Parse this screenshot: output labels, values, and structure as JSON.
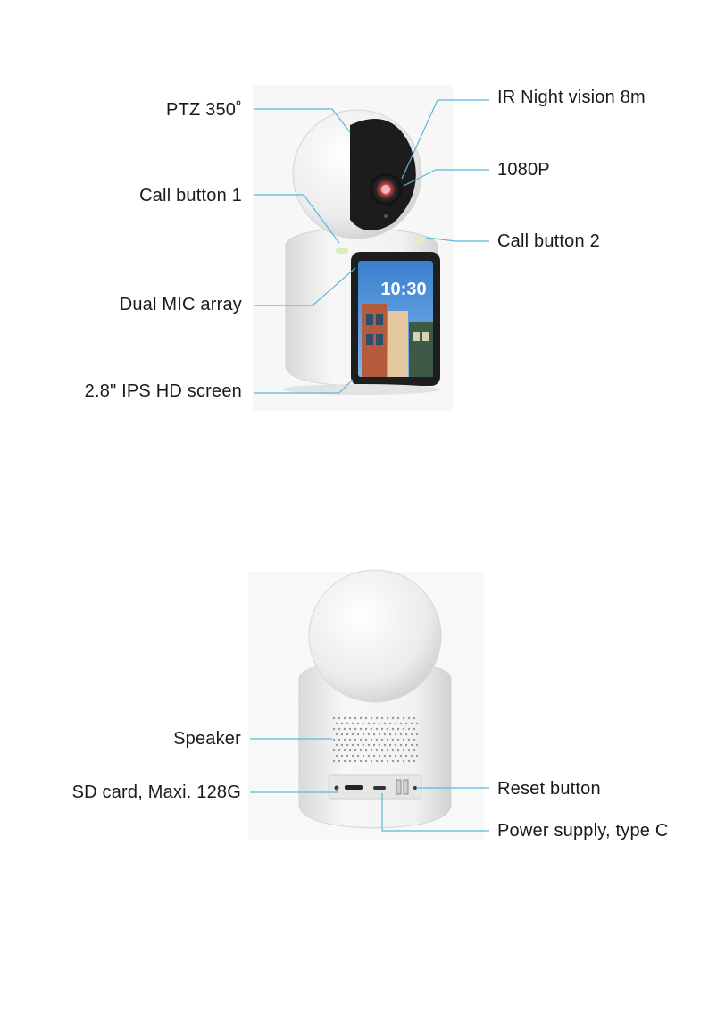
{
  "front_view": {
    "callouts": {
      "ptz": "PTZ 350˚",
      "ir": "IR Night vision 8m",
      "resolution": "1080P",
      "call_button_1": "Call button 1",
      "call_button_2": "Call button 2",
      "mic": "Dual MIC array",
      "screen": "2.8\" IPS HD screen"
    },
    "screen_clock": "10:30"
  },
  "back_view": {
    "callouts": {
      "speaker": "Speaker",
      "sd_card": "SD card, Maxi. 128G",
      "reset": "Reset button",
      "power": "Power supply, type C"
    }
  },
  "colors": {
    "leader_line": "#5bb6dc",
    "device_body": "#f2f2f2",
    "lens_face": "#1c1c1c"
  }
}
